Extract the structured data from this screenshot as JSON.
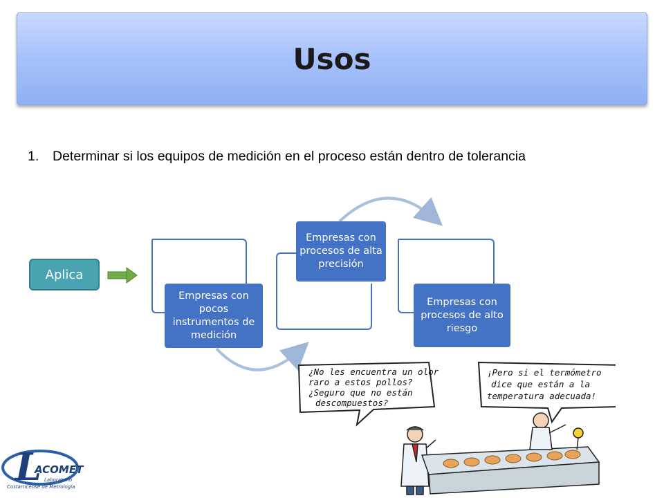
{
  "title": "Usos",
  "bullet": {
    "number": "1.",
    "text": "Determinar si los equipos de medición en el proceso están dentro de tolerancia"
  },
  "aplica_label": "Aplica",
  "boxes": [
    "Empresas con pocos instrumentos de medición",
    "Empresas con procesos de alta precisión",
    "Empresas con procesos de alto riesgo"
  ],
  "cartoon": {
    "bubble_left": [
      "¿No les encuentra un olor",
      "raro a estos pollos?",
      "¿Seguro que no están",
      "descompuestos?"
    ],
    "bubble_right": [
      "¡Pero si el termómetro",
      "dice que están a la",
      "temperatura adecuada!"
    ]
  },
  "logo": {
    "letter": "L",
    "name": "ACOMET",
    "line1": "Laboratorio",
    "line2": "Costarricense de Metrología"
  },
  "colors": {
    "box_blue": "#4472c4",
    "aplica_teal": "#4aa3b0",
    "arrow_green": "#70ad47",
    "title_blue": "#a9c3fb"
  }
}
